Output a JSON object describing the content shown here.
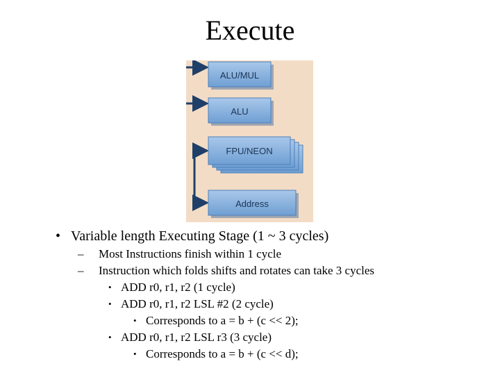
{
  "title": "Execute",
  "diagram": {
    "units": [
      "ALU/MUL",
      "ALU",
      "FPU/NEON",
      "Address"
    ],
    "colors": {
      "background": "#f3dcc6",
      "box": "#7aa7d6",
      "box_border": "#4d7fb8",
      "line": "#1f3f68"
    }
  },
  "bullets": {
    "main": "Variable length Executing Stage (1 ~ 3 cycles)",
    "sub": [
      "Most Instructions finish within 1 cycle",
      "Instruction which folds shifts and rotates can take 3 cycles"
    ],
    "examples": [
      {
        "text": "ADD r0, r1, r2 (1 cycle)"
      },
      {
        "text": "ADD r0, r1, r2 LSL #2 (2 cycle)",
        "note": "Corresponds to a = b + (c << 2);"
      },
      {
        "text": "ADD r0, r1, r2 LSL r3 (3 cycle)",
        "note": "Corresponds to a = b + (c << d);"
      }
    ],
    "dash": "–",
    "dot": "•"
  }
}
